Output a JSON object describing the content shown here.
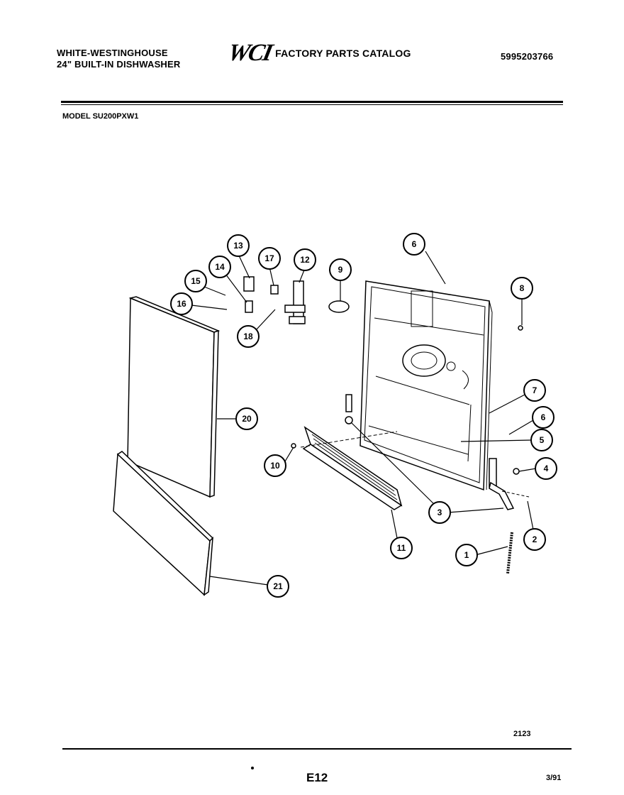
{
  "header": {
    "brand_line1": "WHITE-WESTINGHOUSE",
    "brand_line2": "24\" BUILT-IN DISHWASHER",
    "logo_text": "WCI",
    "catalog_title": "FACTORY PARTS CATALOG",
    "catalog_number": "5995203766"
  },
  "model_label": "MODEL SU200PXW1",
  "callouts": [
    "1",
    "2",
    "3",
    "4",
    "5",
    "6",
    "6",
    "7",
    "8",
    "9",
    "10",
    "11",
    "12",
    "13",
    "14",
    "15",
    "16",
    "17",
    "18",
    "20",
    "21"
  ],
  "footer": {
    "diagram_number": "2123",
    "page_id": "E12",
    "date": "3/91"
  }
}
